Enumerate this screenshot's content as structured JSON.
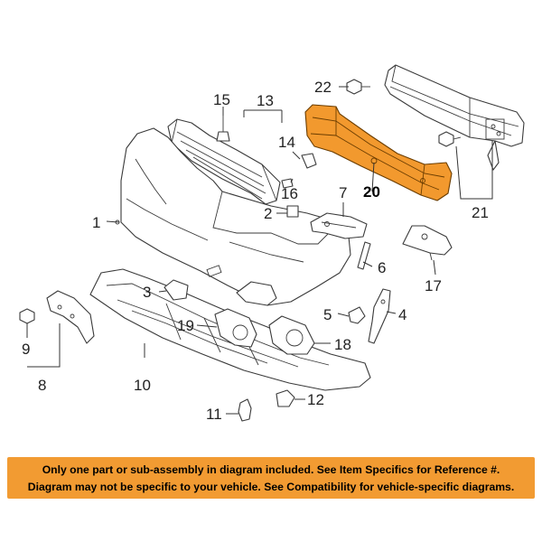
{
  "callouts": [
    {
      "id": "c1",
      "text": "1"
    },
    {
      "id": "c2",
      "text": "2"
    },
    {
      "id": "c3",
      "text": "3"
    },
    {
      "id": "c4",
      "text": "4"
    },
    {
      "id": "c5",
      "text": "5"
    },
    {
      "id": "c6",
      "text": "6"
    },
    {
      "id": "c7",
      "text": "7"
    },
    {
      "id": "c8",
      "text": "8"
    },
    {
      "id": "c9",
      "text": "9"
    },
    {
      "id": "c10",
      "text": "10"
    },
    {
      "id": "c11",
      "text": "11"
    },
    {
      "id": "c12",
      "text": "12"
    },
    {
      "id": "c13",
      "text": "13"
    },
    {
      "id": "c14",
      "text": "14"
    },
    {
      "id": "c15",
      "text": "15"
    },
    {
      "id": "c16",
      "text": "16"
    },
    {
      "id": "c17",
      "text": "17"
    },
    {
      "id": "c18",
      "text": "18"
    },
    {
      "id": "c19",
      "text": "19"
    },
    {
      "id": "c20",
      "text": "20"
    },
    {
      "id": "c21",
      "text": "21"
    },
    {
      "id": "c22",
      "text": "22"
    }
  ],
  "highlighted_part": "20",
  "colors": {
    "highlight": "#f2992e",
    "banner": "#f29b32",
    "line": "#3a3a3a"
  },
  "banner": {
    "line1": "Only one part or sub-assembly in diagram included. See Item Specifics for Reference #.",
    "line2": "Diagram may not be specific to your vehicle. See Compatibility for vehicle-specific diagrams."
  }
}
